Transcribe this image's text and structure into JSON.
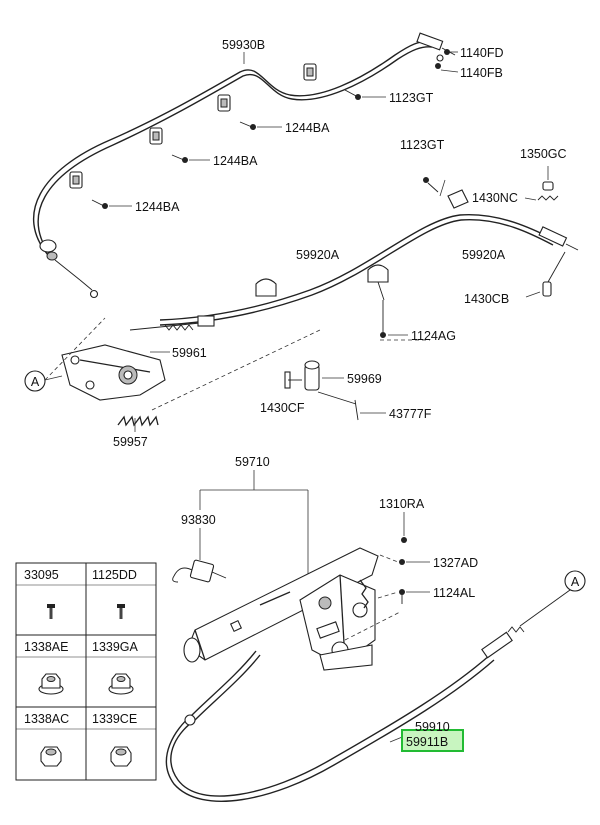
{
  "labels": {
    "p59930B": "59930B",
    "p1140FD": "1140FD",
    "p1140FB": "1140FB",
    "p1123GT_top": "1123GT",
    "p1244BA_1": "1244BA",
    "p1244BA_2": "1244BA",
    "p1244BA_3": "1244BA",
    "p1123GT_mid": "1123GT",
    "p1350GC": "1350GC",
    "p1430NC": "1430NC",
    "p59920A_left": "59920A",
    "p59920A_right": "59920A",
    "p1430CB": "1430CB",
    "p1124AG": "1124AG",
    "p59961": "59961",
    "p59969": "59969",
    "p1430CF": "1430CF",
    "p43777F": "43777F",
    "p59957": "59957",
    "p59710": "59710",
    "p93830": "93830",
    "p1310RA": "1310RA",
    "p1327AD": "1327AD",
    "p1124AL": "1124AL",
    "p59910": "59910",
    "p59911B": "59911B",
    "refA_top": "A",
    "refA_bottom": "A"
  },
  "highlight": {
    "part": "59911B",
    "fill": "#c8f5c0",
    "border": "#22bb33"
  },
  "table": {
    "cells": [
      {
        "code": "33095",
        "icon": "bolt-icon"
      },
      {
        "code": "1125DD",
        "icon": "bolt-icon"
      },
      {
        "code": "1338AE",
        "icon": "flange-nut-icon"
      },
      {
        "code": "1339GA",
        "icon": "flange-nut-icon"
      },
      {
        "code": "1338AC",
        "icon": "hex-nut-icon"
      },
      {
        "code": "1339CE",
        "icon": "hex-nut-icon"
      }
    ]
  }
}
